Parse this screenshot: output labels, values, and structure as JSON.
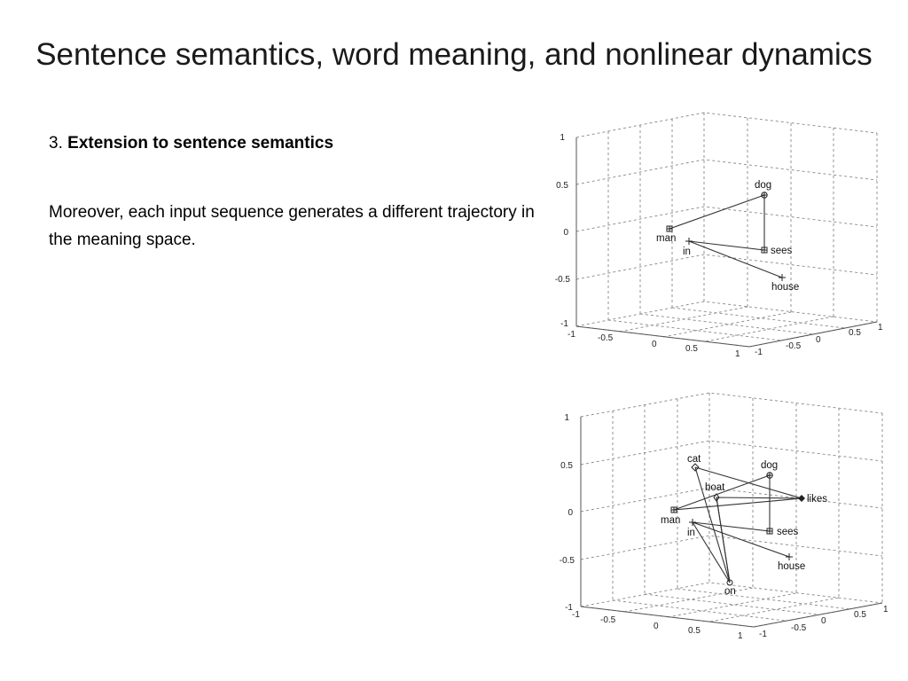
{
  "slide": {
    "title": "Sentence semantics, word meaning, and nonlinear dynamics",
    "section_number": "3.",
    "section_title": "Extension to sentence semantics",
    "body": "Moreover, each input sequence generates a different trajectory in the meaning space."
  },
  "plots": [
    {
      "id": "plot-top",
      "z_ticks": [
        "1",
        "0.5",
        "0",
        "-0.5",
        "-1"
      ],
      "x_ticks": [
        "-1",
        "-0.5",
        "0",
        "0.5",
        "1"
      ],
      "y_ticks": [
        "-1",
        "-0.5",
        "0",
        "0.5",
        "1"
      ],
      "words": [
        "dog",
        "man",
        "in",
        "sees",
        "house"
      ]
    },
    {
      "id": "plot-bottom",
      "z_ticks": [
        "1",
        "0.5",
        "0",
        "-0.5",
        "-1"
      ],
      "x_ticks": [
        "-1",
        "-0.5",
        "0",
        "0.5",
        "1"
      ],
      "y_ticks": [
        "-1",
        "-0.5",
        "0",
        "0.5",
        "1"
      ],
      "words": [
        "cat",
        "dog",
        "boat",
        "likes",
        "man",
        "in",
        "sees",
        "house",
        "on"
      ]
    }
  ]
}
